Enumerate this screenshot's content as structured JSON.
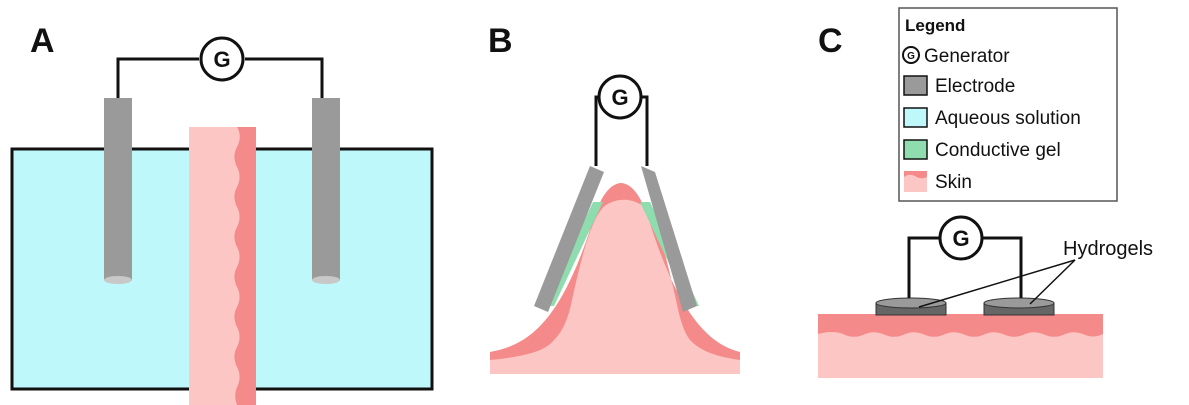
{
  "colors": {
    "aqueous": "#bff8fb",
    "electrode": "#9a9a9a",
    "gel": "#8fdcae",
    "skin_light": "#fcc6c4",
    "skin_dark": "#f48b8a",
    "outline": "#111111"
  },
  "panels": {
    "a": {
      "label": "A",
      "generator": "G"
    },
    "b": {
      "label": "B",
      "generator": "G"
    },
    "c": {
      "label": "C",
      "generator": "G",
      "annotation": "Hydrogels"
    }
  },
  "legend": {
    "title": "Legend",
    "items": [
      {
        "label": "Generator",
        "icon": "generator-icon",
        "symbol": "G"
      },
      {
        "label": "Electrode",
        "icon": "electrode-swatch"
      },
      {
        "label": "Aqueous solution",
        "icon": "aqueous-swatch"
      },
      {
        "label": "Conductive gel",
        "icon": "gel-swatch"
      },
      {
        "label": "Skin",
        "icon": "skin-swatch"
      }
    ]
  }
}
